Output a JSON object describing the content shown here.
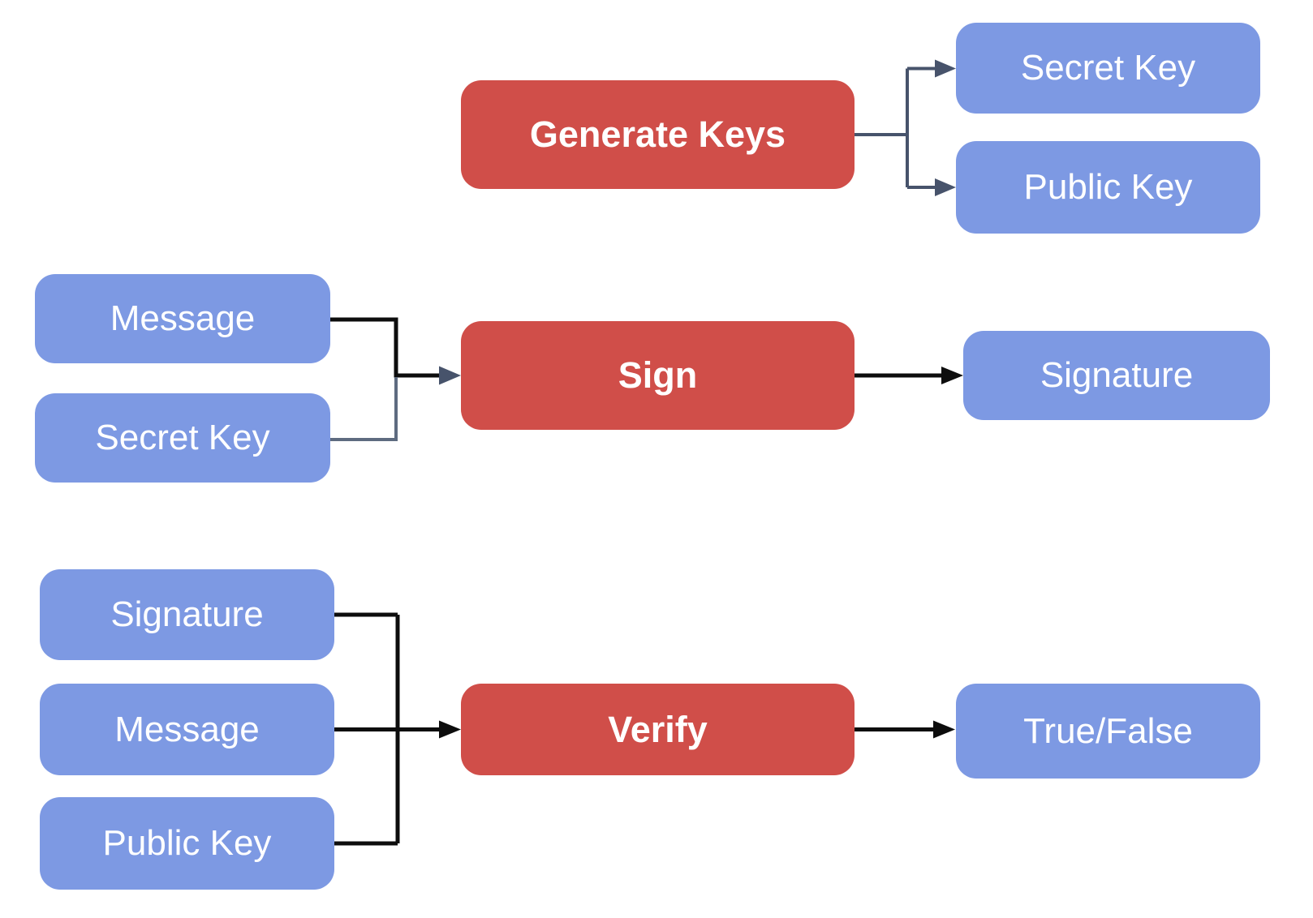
{
  "diagram": {
    "type": "flowchart",
    "subject": "digital-signature-scheme",
    "background": "#ffffff",
    "colors": {
      "process_fill": "#D04E49",
      "data_fill": "#7D99E3",
      "text": "#FFFFFF",
      "connector_slate": "#47536B",
      "connector_black": "#0D0D0D",
      "connector_gray": "#5E6B80"
    },
    "nodes": {
      "generate_keys": "Generate Keys",
      "secret_key_out": "Secret Key",
      "public_key_out": "Public Key",
      "message_sign_in": "Message",
      "secret_key_sign_in": "Secret Key",
      "sign": "Sign",
      "signature_out": "Signature",
      "signature_verify_in": "Signature",
      "message_verify_in": "Message",
      "public_key_verify_in": "Public Key",
      "verify": "Verify",
      "true_false": "True/False"
    },
    "edges": [
      {
        "from": "generate_keys",
        "to": "secret_key_out"
      },
      {
        "from": "generate_keys",
        "to": "public_key_out"
      },
      {
        "from": "message_sign_in",
        "to": "sign"
      },
      {
        "from": "secret_key_sign_in",
        "to": "sign"
      },
      {
        "from": "sign",
        "to": "signature_out"
      },
      {
        "from": "signature_verify_in",
        "to": "verify"
      },
      {
        "from": "message_verify_in",
        "to": "verify"
      },
      {
        "from": "public_key_verify_in",
        "to": "verify"
      },
      {
        "from": "verify",
        "to": "true_false"
      }
    ]
  }
}
